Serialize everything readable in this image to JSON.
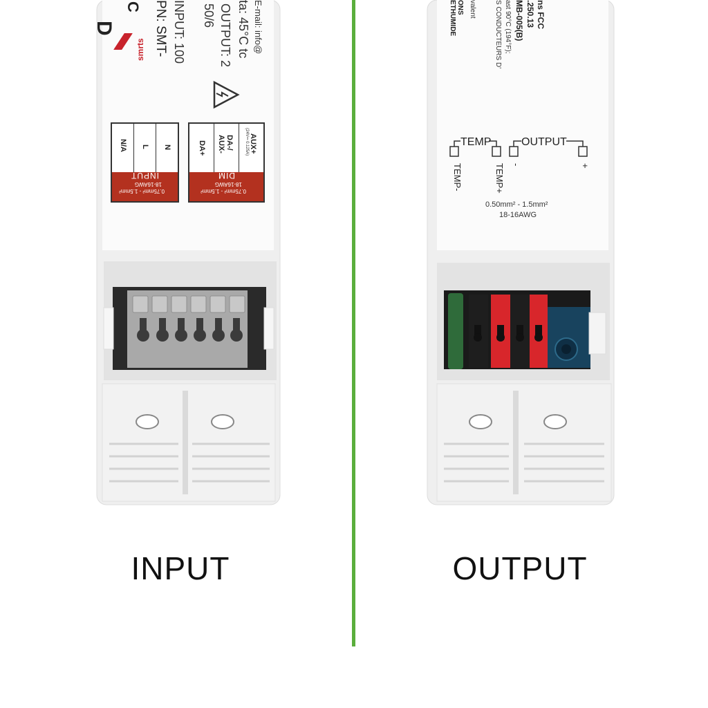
{
  "left": {
    "caption": "INPUT",
    "brand": "smrts",
    "pn_line": "PN: SMT-",
    "input_line": "INPUT: 100",
    "freq_line": "50/6",
    "output_line": "OUTPUT: 2",
    "ta_line": "ta: 45°C  tc",
    "email_line": "E-mail: info@",
    "heading_d": "D",
    "heading_c": "C",
    "input_block": {
      "terminals": [
        "N/A",
        "L",
        "N"
      ],
      "wire_spec": "0.75mm² - 1.5mm²",
      "awg": "18-16AWG",
      "title": "INPUT"
    },
    "dim_block": {
      "terminals": [
        "DA+",
        "DA-/ AUX-",
        "AUX+"
      ],
      "aux_note": "(24V⎓ 0.125A)",
      "wire_spec": "0.75mm² - 1.5mm²",
      "awg": "18-16AWG",
      "title": "DIM"
    },
    "colors": {
      "red_block": "#b3311f",
      "terminal_grey": "#b4b4b4"
    }
  },
  "right": {
    "caption": "OUTPUT",
    "text_fragments": [
      "ns FCC",
      ".250.13",
      "MB-005(B)",
      "ast 90°C (194°F);",
      "S CONDUCTEURS D'",
      "valent",
      "ONS",
      "ETHUMIDE"
    ],
    "temp_label": "TEMP",
    "output_label": "OUTPUT",
    "temp_minus": "TEMP-",
    "temp_plus": "TEMP+",
    "out_minus": "-",
    "out_plus": "+",
    "wire_spec": "0.50mm² - 1.5mm²",
    "awg": "18-16AWG",
    "colors": {
      "black_terminal": "#1e1e1e",
      "red_terminal": "#d8262b",
      "pcb": "#18435e",
      "green_board": "#2f6b3a"
    }
  },
  "divider_color": "#5aae3c"
}
